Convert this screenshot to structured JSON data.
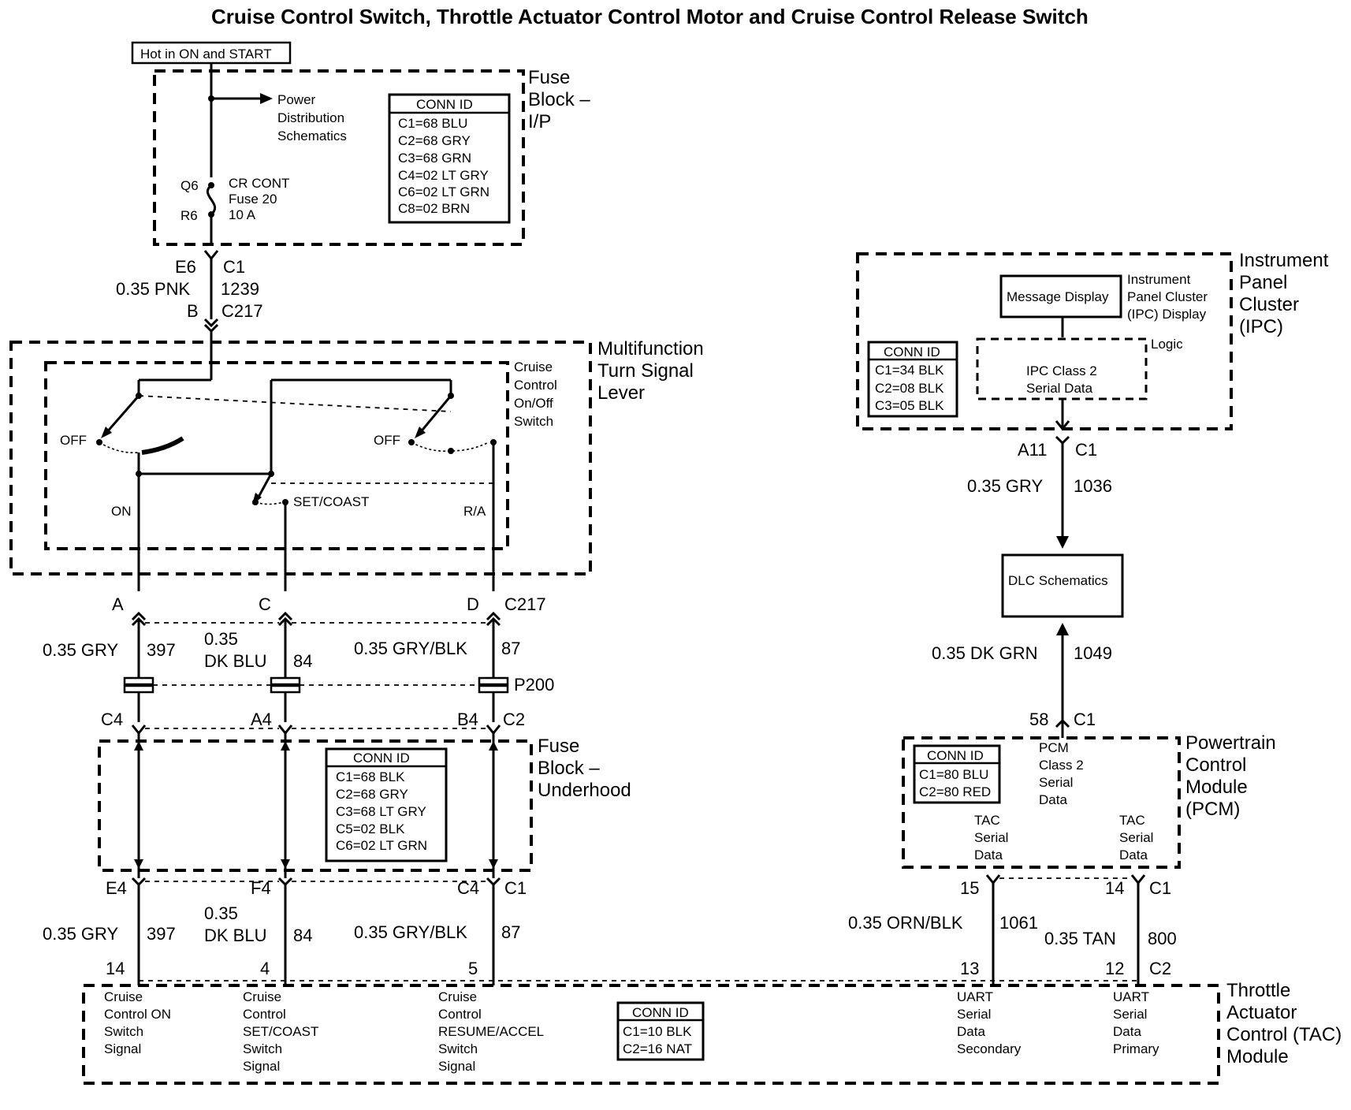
{
  "title": "Cruise Control Switch, Throttle Actuator Control Motor and Cruise Control Release Switch",
  "power_label": "Hot in ON and START",
  "fuse_block_ip": {
    "name": [
      "Fuse",
      "Block –",
      "I/P"
    ],
    "power_dist": [
      "Power",
      "Distribution",
      "Schematics"
    ],
    "q_pin": "Q6",
    "r_pin": "R6",
    "fuse": [
      "CR CONT",
      "Fuse 20",
      "10 A"
    ],
    "conn_title": "CONN ID",
    "conn": [
      "C1=68 BLU",
      "C2=68 GRY",
      "C3=68 GRN",
      "C4=02 LT GRY",
      "C6=02 LT GRN",
      "C8=02 BRN"
    ]
  },
  "feed_wire": {
    "top_pin": "E6",
    "top_conn": "C1",
    "color": "0.35 PNK",
    "circuit": "1239",
    "bottom_pin": "B",
    "bottom_conn": "C217"
  },
  "multifunction": {
    "name": [
      "Multifunction",
      "Turn Signal",
      "Lever"
    ],
    "switch_name": [
      "Cruise",
      "Control",
      "On/Off",
      "Switch"
    ],
    "off_left": "OFF",
    "off_right": "OFF",
    "on": "ON",
    "set_coast": "SET/COAST",
    "ra": "R/A"
  },
  "upper_wires": {
    "pins": [
      "A",
      "C",
      "D"
    ],
    "conn": "C217",
    "w1": {
      "color": "0.35 GRY",
      "circuit": "397"
    },
    "w2": {
      "color_a": "0.35",
      "color_b": "DK BLU",
      "circuit": "84"
    },
    "w3": {
      "color": "0.35 GRY/BLK",
      "circuit": "87"
    },
    "splice": "P200",
    "lower_pins": [
      "C4",
      "A4",
      "B4"
    ],
    "lower_conn": "C2"
  },
  "fuse_block_uh": {
    "name": [
      "Fuse",
      "Block –",
      "Underhood"
    ],
    "conn_title": "CONN ID",
    "conn": [
      "C1=68 BLK",
      "C2=68 GRY",
      "C3=68 LT GRY",
      "C5=02 BLK",
      "C6=02 LT GRN"
    ]
  },
  "lower_wires": {
    "pins": [
      "E4",
      "F4",
      "C4"
    ],
    "conn": "C1",
    "w1": {
      "color": "0.35 GRY",
      "circuit": "397"
    },
    "w2": {
      "color_a": "0.35",
      "color_b": "DK BLU",
      "circuit": "84"
    },
    "w3": {
      "color": "0.35 GRY/BLK",
      "circuit": "87"
    },
    "tac_pins": [
      "14",
      "4",
      "5"
    ]
  },
  "ipc": {
    "name": [
      "Instrument",
      "Panel",
      "Cluster",
      "(IPC)"
    ],
    "display_box": "Message Display",
    "display_label": [
      "Instrument",
      "Panel Cluster",
      "(IPC) Display"
    ],
    "logic": "Logic",
    "class2": [
      "IPC Class 2",
      "Serial Data"
    ],
    "conn_title": "CONN ID",
    "conn": [
      "C1=34 BLK",
      "C2=08 BLK",
      "C3=05 BLK"
    ]
  },
  "ipc_wire": {
    "pin": "A11",
    "conn": "C1",
    "color": "0.35 GRY",
    "circuit": "1036"
  },
  "dlc": "DLC Schematics",
  "pcm_wire": {
    "color": "0.35 DK GRN",
    "circuit": "1049",
    "pin": "58",
    "conn": "C1"
  },
  "pcm": {
    "name": [
      "Powertrain",
      "Control",
      "Module",
      "(PCM)"
    ],
    "conn_title": "CONN ID",
    "conn": [
      "C1=80 BLU",
      "C2=80 RED"
    ],
    "class2": [
      "PCM",
      "Class 2",
      "Serial",
      "Data"
    ],
    "tac_left": [
      "TAC",
      "Serial",
      "Data"
    ],
    "tac_right": [
      "TAC",
      "Serial",
      "Data"
    ]
  },
  "serial_wires": {
    "pin_a": "15",
    "pin_b": "14",
    "conn": "C1",
    "a": {
      "color": "0.35 ORN/BLK",
      "circuit": "1061"
    },
    "b": {
      "color": "0.35 TAN",
      "circuit": "800"
    },
    "tac_pin_a": "13",
    "tac_pin_b": "12",
    "tac_conn": "C2"
  },
  "tac": {
    "name": [
      "Throttle",
      "Actuator",
      "Control (TAC)",
      "Module"
    ],
    "sig1": [
      "Cruise",
      "Control ON",
      "Switch",
      "Signal"
    ],
    "sig2": [
      "Cruise",
      "Control",
      "SET/COAST",
      "Switch",
      "Signal"
    ],
    "sig3": [
      "Cruise",
      "Control",
      "RESUME/ACCEL",
      "Switch",
      "Signal"
    ],
    "conn_title": "CONN ID",
    "conn": [
      "C1=10 BLK",
      "C2=16 NAT"
    ],
    "uart_sec": [
      "UART",
      "Serial",
      "Data",
      "Secondary"
    ],
    "uart_pri": [
      "UART",
      "Serial",
      "Data",
      "Primary"
    ]
  }
}
